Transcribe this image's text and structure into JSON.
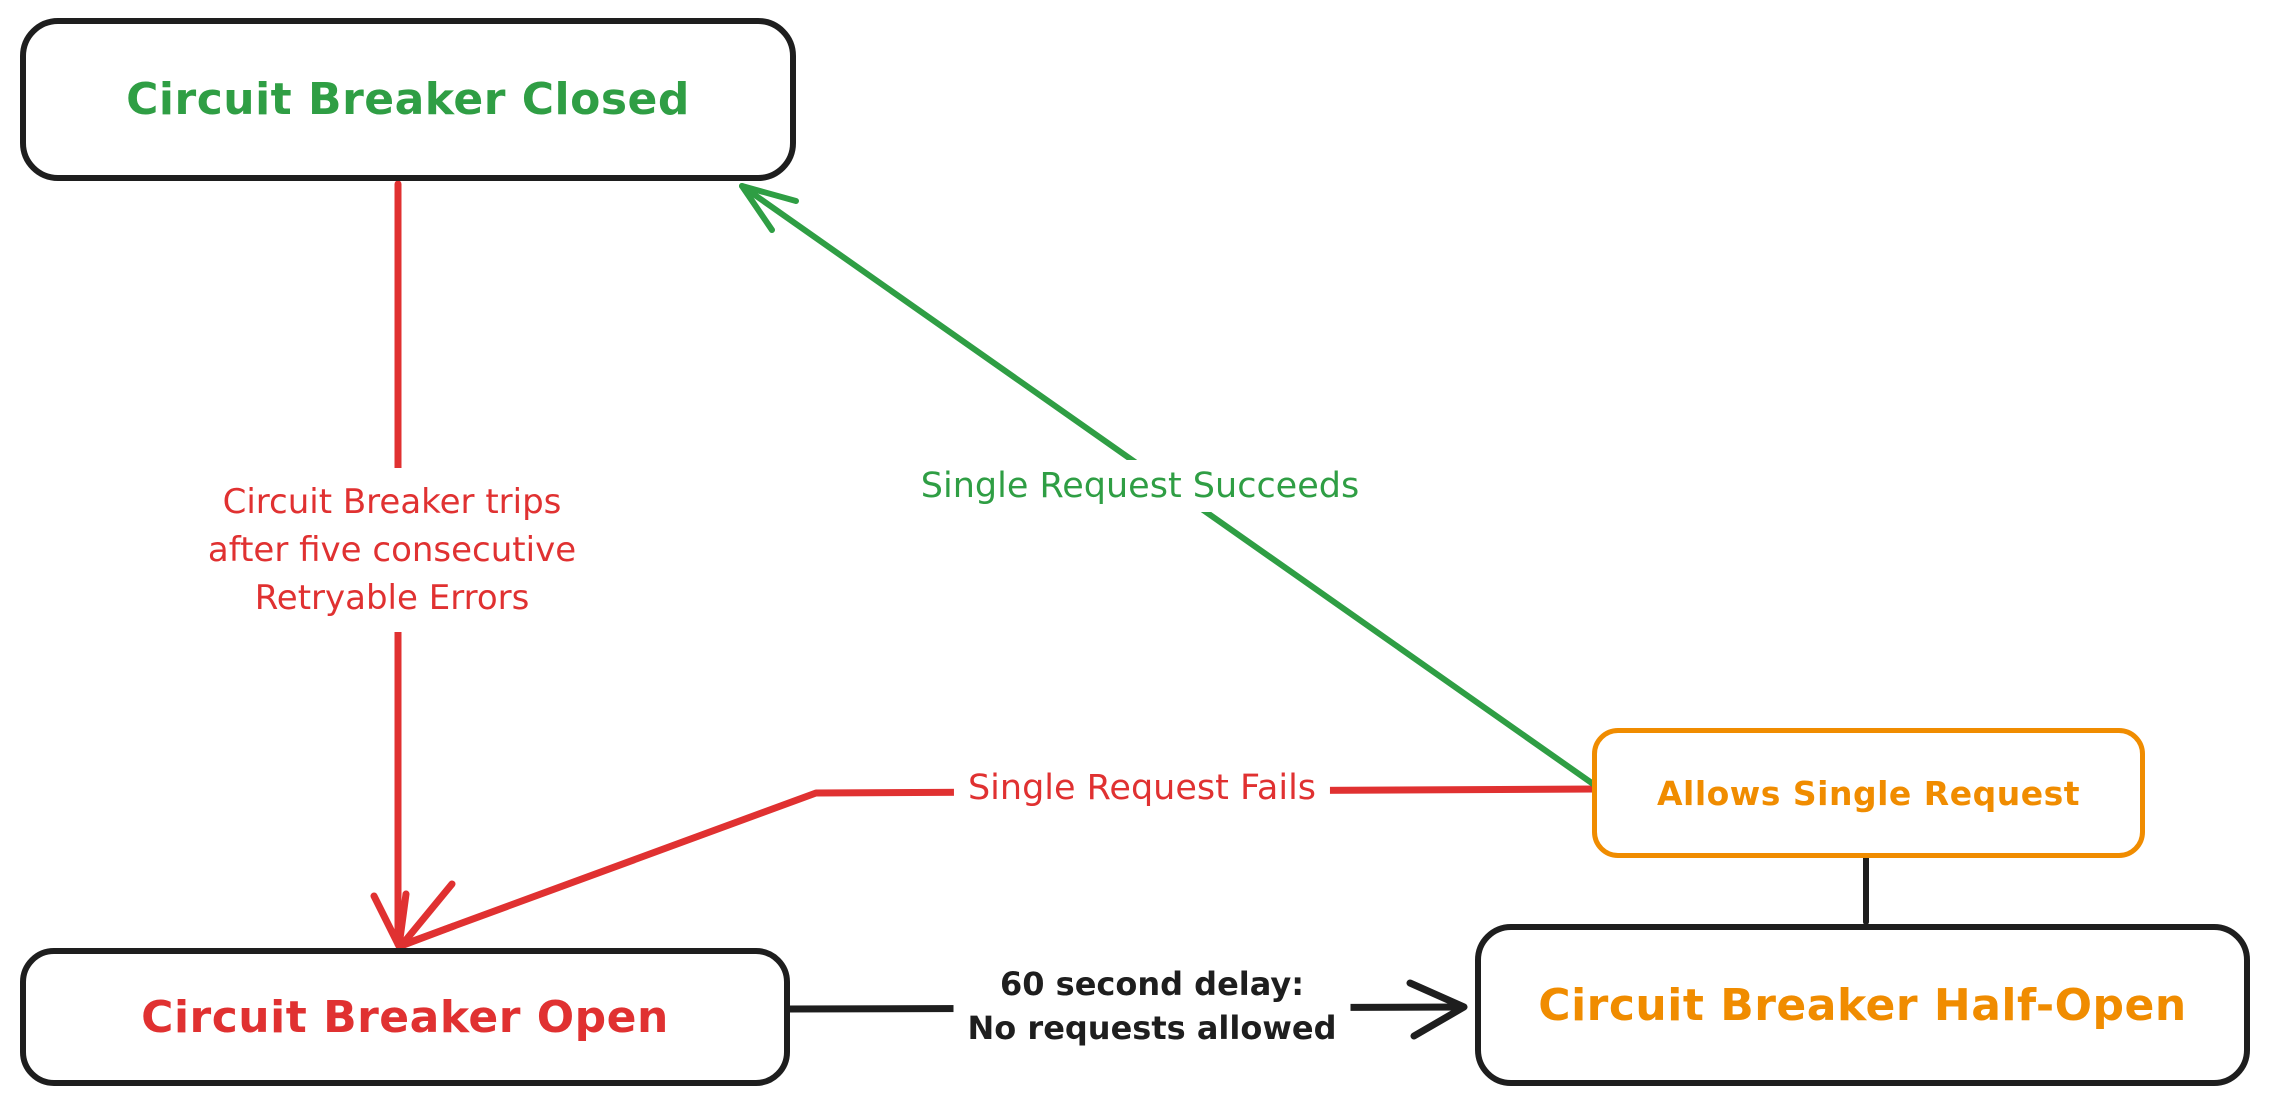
{
  "colors": {
    "green": "#2f9e44",
    "red": "#e03131",
    "orange": "#f08c00",
    "ink": "#1e1e1e",
    "background": "#ffffff"
  },
  "nodes": {
    "closed": {
      "label": "Circuit Breaker Closed"
    },
    "open": {
      "label": "Circuit Breaker Open"
    },
    "half_open": {
      "label": "Circuit Breaker Half-Open"
    },
    "allows": {
      "label": "Allows Single Request"
    }
  },
  "edges": {
    "trips": {
      "lines": [
        "Circuit Breaker trips",
        "after five consecutive",
        "Retryable Errors"
      ]
    },
    "succeeds": {
      "label": "Single Request Succeeds"
    },
    "fails": {
      "label": "Single Request Fails"
    },
    "delay": {
      "lines": [
        "60 second delay:",
        "No requests allowed"
      ]
    }
  }
}
